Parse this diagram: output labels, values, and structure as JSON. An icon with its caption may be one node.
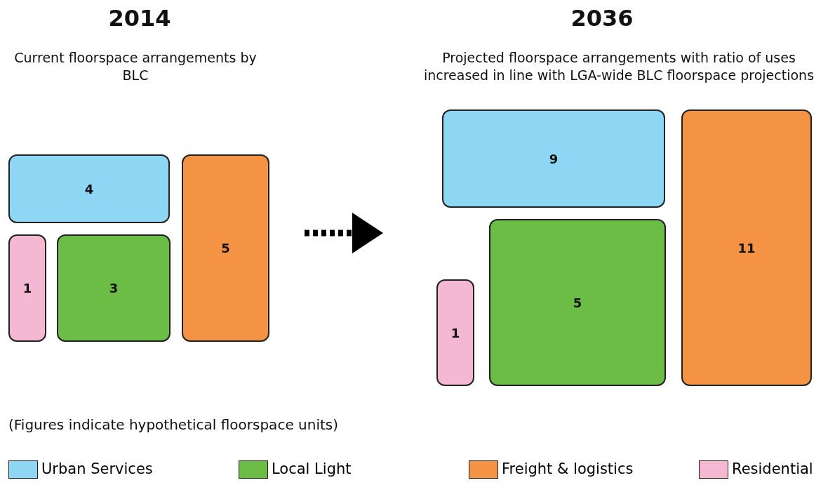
{
  "diagram": {
    "nodes": [
      {
        "text": [
          "4"
        ]
      },
      {
        "text": [
          "1"
        ]
      },
      {
        "text": [
          "3"
        ]
      },
      {
        "text": [
          "5"
        ]
      },
      {
        "text": [
          "9"
        ]
      },
      {
        "text": [
          "1"
        ]
      },
      {
        "text": [
          "5"
        ]
      },
      {
        "text": [
          "11"
        ]
      }
    ],
    "labels": [
      "2014",
      "Current floorspace arrangements by BLC",
      "2036",
      "Projected floorspace arrangements with ratio of uses increased in line with LGA-wide BLC floorspace projections",
      "(Figures indicate hypothetical floorspace units)"
    ],
    "legend": [
      {
        "text": "Urban Services",
        "color": "#8dd7f5"
      },
      {
        "text": "Local Light",
        "color": "#6cbd45"
      },
      {
        "text": "Freight & logistics",
        "color": "#f39343"
      },
      {
        "text": "Residential",
        "color": "#f5b8d3"
      }
    ]
  }
}
